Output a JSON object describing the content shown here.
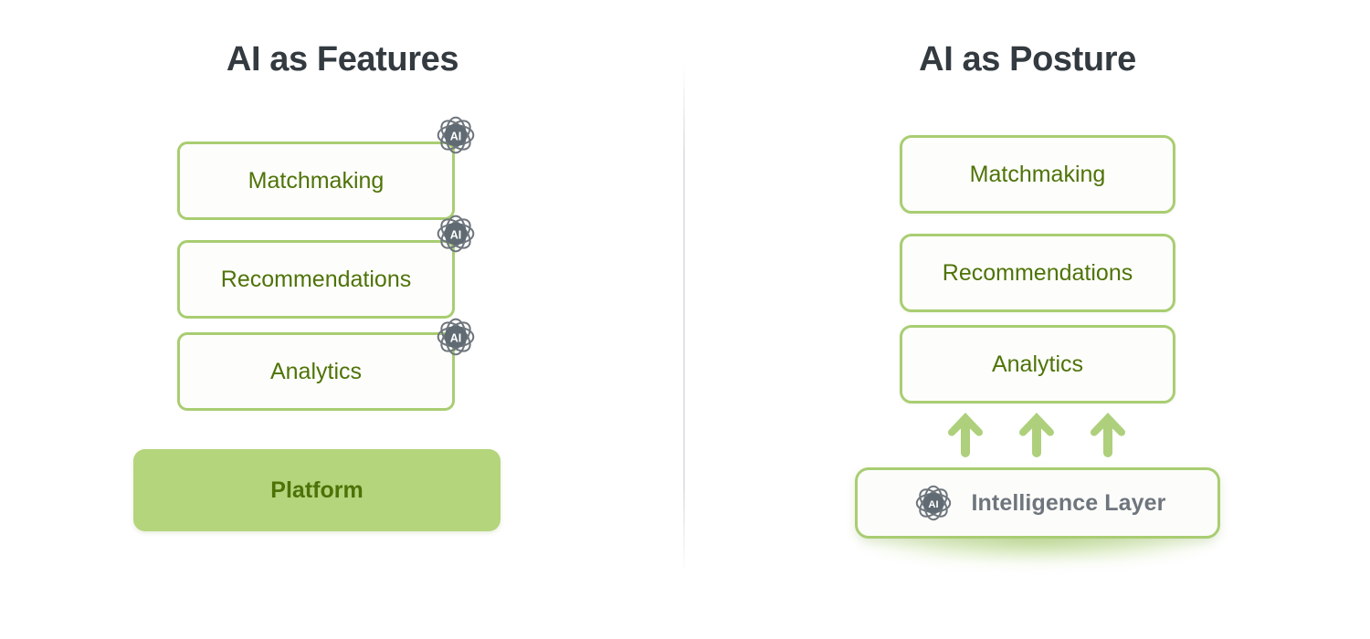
{
  "colors": {
    "background": "#ffffff",
    "box_border_green": "#a9cd72",
    "box_text_green": "#4f7308",
    "platform_fill_green": "#b4d57b",
    "platform_text_green": "#4c7208",
    "title_gray": "#333a40",
    "intel_text_gray": "#6e757d",
    "ai_icon_gray": "#6e757d",
    "ai_icon_core": "#5f6a72",
    "arrow_green": "#aed07c",
    "divider_gray": "#dee1e4"
  },
  "left_panel": {
    "title": "AI as Features",
    "boxes": [
      {
        "label": "Matchmaking",
        "badge": "ai-atom-icon",
        "badge_text": "AI"
      },
      {
        "label": "Recommendations",
        "badge": "ai-atom-icon",
        "badge_text": "AI"
      },
      {
        "label": "Analytics",
        "badge": "ai-atom-icon",
        "badge_text": "AI"
      }
    ],
    "platform": {
      "label": "Platform"
    }
  },
  "right_panel": {
    "title": "AI as Posture",
    "boxes": [
      {
        "label": "Matchmaking"
      },
      {
        "label": "Recommendations"
      },
      {
        "label": "Analytics"
      }
    ],
    "arrows": {
      "count": 3,
      "direction": "up",
      "icon": "arrow-up-icon"
    },
    "intelligence_layer": {
      "label": "Intelligence Layer",
      "icon": "ai-atom-icon",
      "icon_text": "AI"
    }
  },
  "diagram_data": {
    "type": "comparison-diagram",
    "panels": 2,
    "left_concept": "AI as Features",
    "right_concept": "AI as Posture",
    "shared_capabilities": [
      "Matchmaking",
      "Recommendations",
      "Analytics"
    ],
    "left_foundation": "Platform",
    "right_foundation": "Intelligence Layer",
    "left_ai_placement": "badges attached to each individual feature box",
    "right_ai_placement": "single intelligence layer feeding all boxes via upward arrows"
  }
}
